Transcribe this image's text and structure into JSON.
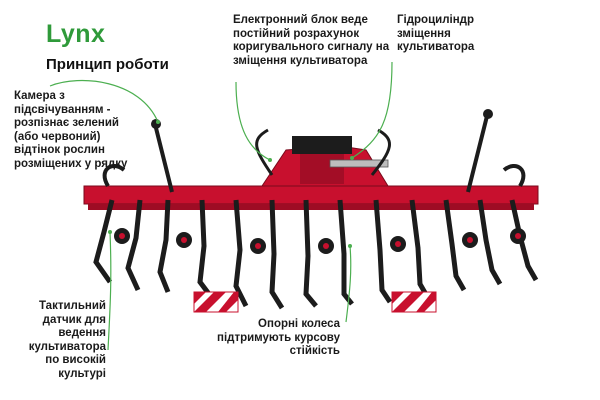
{
  "title": "Lynx",
  "subtitle": "Принцип роботи",
  "callouts": {
    "camera": "Камера з підсвічуванням - розпізнає зелений (або червоний) відтінок рослин розміщених у рядку",
    "ecu": "Електронний блок веде постійний розрахунок коригувального сигналу на зміщення культиватора",
    "cylinder": "Гідроциліндр зміщення культиватора",
    "tactile": "Тактильний датчик для ведення культиватора по високій культурі",
    "wheels": "Опорні колеса підтримують курсову стійкість"
  },
  "colors": {
    "frame": "#c8102e",
    "dark": "#1c1c1c",
    "leader": "#4caf50",
    "title": "#2f9a3a"
  }
}
